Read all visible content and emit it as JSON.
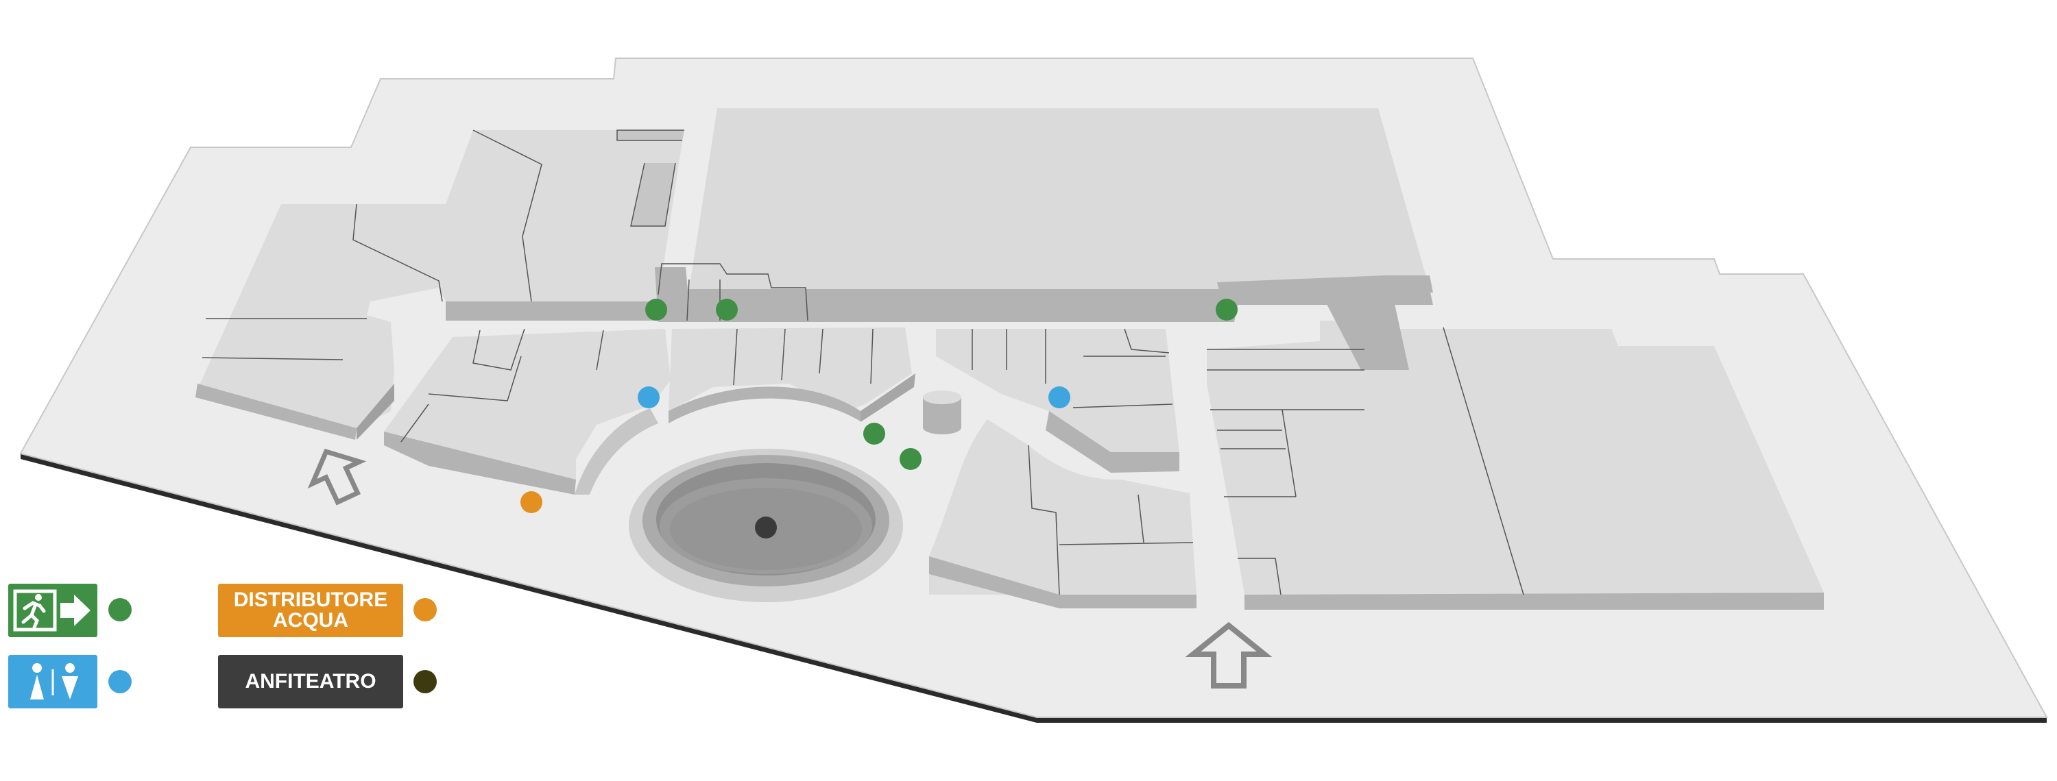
{
  "legend": {
    "exit": {
      "icon": "emergency-exit-icon",
      "color": "#3f8f45",
      "dot_color": "#3f8f45"
    },
    "restroom": {
      "icon": "restroom-icon",
      "color": "#3ea5de",
      "dot_color": "#3ea5de"
    },
    "water": {
      "label_line1": "DISTRIBUTORE",
      "label_line2": "ACQUA",
      "color": "#e39021",
      "dot_color": "#e39021"
    },
    "amphitheatre": {
      "label": "ANFITEATRO",
      "color": "#3d3d3d",
      "dot_color": "#3e3a10"
    }
  },
  "map": {
    "floor_color": "#ececec",
    "block_top_color": "#dcdcdc",
    "block_side_color": "#b3b3b3",
    "amphitheatre_color": "#9a9a9a",
    "entrance_icon": "entrance-arrow-icon"
  }
}
